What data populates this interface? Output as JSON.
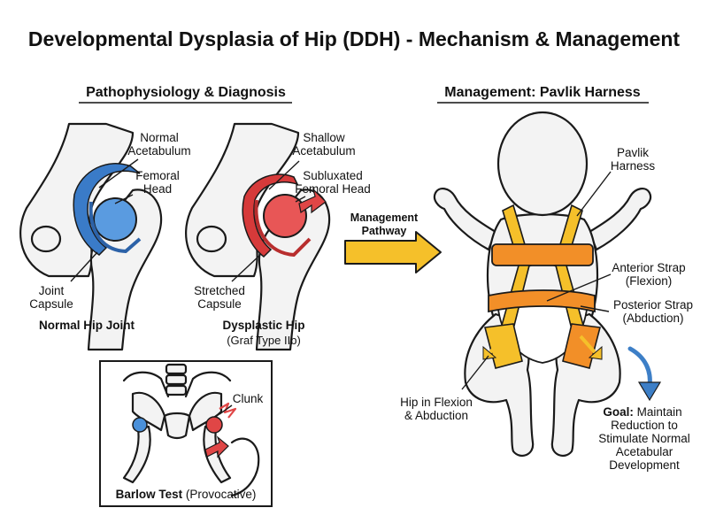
{
  "title": "Developmental Dysplasia of Hip (DDH) - Mechanism & Management",
  "left_section": {
    "heading": "Pathophysiology & Diagnosis",
    "normal_hip": {
      "label_acetabulum": [
        "Normal",
        "Acetabulum"
      ],
      "label_head": [
        "Femoral",
        "Head"
      ],
      "label_capsule": [
        "Joint",
        "Capsule"
      ],
      "caption": "Normal Hip Joint"
    },
    "dysplastic_hip": {
      "label_acetabulum": [
        "Shallow",
        "Acetabulum"
      ],
      "label_head": [
        "Subluxated",
        "Femoral Head"
      ],
      "label_capsule": [
        "Stretched",
        "Capsule"
      ],
      "caption": "Dysplastic Hip",
      "caption_sub": "(Graf Type IIb)"
    },
    "barlow": {
      "clunk_label": "Clunk",
      "caption_bold": "Barlow Test",
      "caption_rest": " (Provocative)"
    }
  },
  "pathway_label": [
    "Management",
    "Pathway"
  ],
  "right_section": {
    "heading": "Management: Pavlik Harness",
    "label_harness": [
      "Pavlik",
      "Harness"
    ],
    "label_anterior": [
      "Anterior Strap",
      "(Flexion)"
    ],
    "label_posterior": [
      "Posterior Strap",
      "(Abduction)"
    ],
    "label_position": [
      "Hip in Flexion",
      "& Abduction"
    ],
    "goal_bold": "Goal:",
    "goal_lines": [
      " Maintain",
      "Reduction to",
      "Stimulate Normal",
      "Acetabular",
      "Development"
    ]
  },
  "colors": {
    "normal_blue": "#4a90d9",
    "dysplastic_red": "#e04646",
    "harness_yellow": "#f5c02a",
    "harness_orange": "#f28f28",
    "arrow_blue": "#3d7fc7"
  }
}
